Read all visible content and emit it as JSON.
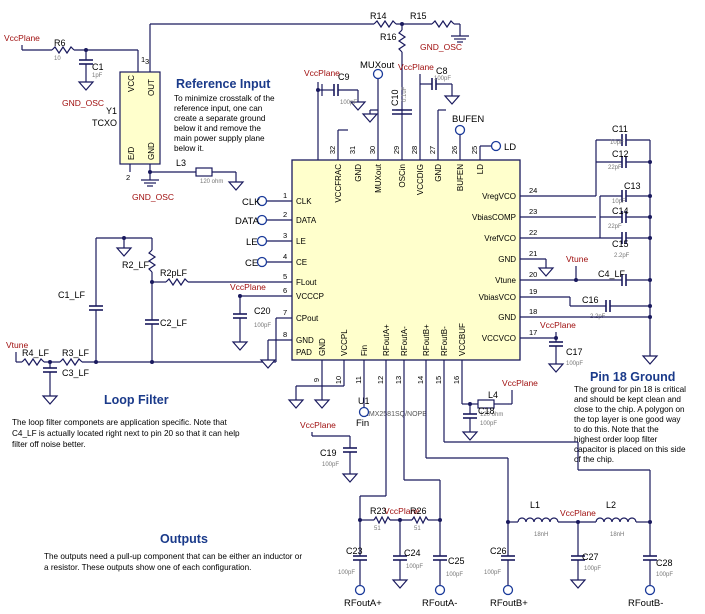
{
  "power": {
    "vccplane": "VccPlane",
    "vtune": "Vtune",
    "gnd_osc": "GND_OSC"
  },
  "components": {
    "R6": {
      "ref": "R6",
      "val": "10"
    },
    "C1": {
      "ref": "C1",
      "val": "1pF"
    },
    "Y1": {
      "ref": "Y1",
      "type": "TCXO",
      "pins": [
        "VCC",
        "OUT",
        "E/D",
        "GND"
      ],
      "pinnums": [
        "1",
        "3",
        "2"
      ]
    },
    "L3": {
      "ref": "L3",
      "val": "120 ohm"
    },
    "R14": {
      "ref": "R14"
    },
    "R15": {
      "ref": "R15"
    },
    "R16": {
      "ref": "R16"
    },
    "C9": {
      "ref": "C9",
      "val": "100pF"
    },
    "C8": {
      "ref": "C8",
      "val": "100pF"
    },
    "C10": {
      "ref": "C10",
      "val": "0.1uF"
    },
    "C11": {
      "ref": "C11",
      "val": "10pF"
    },
    "C12": {
      "ref": "C12",
      "val": "22pF"
    },
    "C13": {
      "ref": "C13",
      "val": "10pF"
    },
    "C14": {
      "ref": "C14",
      "val": "22pF"
    },
    "C15": {
      "ref": "C15",
      "val": "2.2pF"
    },
    "C4": {
      "ref": "C4_LF"
    },
    "C16": {
      "ref": "C16",
      "val": "2.2pF"
    },
    "C17": {
      "ref": "C17",
      "val": "100pF"
    },
    "C18": {
      "ref": "C18",
      "val": "100pF"
    },
    "L4": {
      "ref": "L4",
      "val": "120 ohm"
    },
    "C19": {
      "ref": "C19",
      "val": "100pF"
    },
    "C20": {
      "ref": "C20",
      "val": "100pF"
    },
    "R2": {
      "ref": "R2_LF"
    },
    "R2p": {
      "ref": "R2pLF"
    },
    "C1LF": {
      "ref": "C1_LF"
    },
    "C2LF": {
      "ref": "C2_LF"
    },
    "R4": {
      "ref": "R4_LF"
    },
    "R3": {
      "ref": "R3_LF"
    },
    "C3": {
      "ref": "C3_LF"
    },
    "R23": {
      "ref": "R23",
      "val": "51"
    },
    "R26": {
      "ref": "R26",
      "val": "51"
    },
    "C23": {
      "ref": "C23",
      "val": "100pF"
    },
    "C24": {
      "ref": "C24",
      "val": "100pF"
    },
    "C25": {
      "ref": "C25",
      "val": "100pF"
    },
    "L1": {
      "ref": "L1",
      "val": "18nH"
    },
    "L2": {
      "ref": "L2",
      "val": "18nH"
    },
    "C26": {
      "ref": "C26",
      "val": "100pF"
    },
    "C27": {
      "ref": "C27",
      "val": "100pF"
    },
    "C28": {
      "ref": "C28",
      "val": "100pF"
    }
  },
  "chip": {
    "ref": "U1",
    "part": "LMX2581SQ/NOPB",
    "left_pins": [
      {
        "num": "1",
        "name": "CLK"
      },
      {
        "num": "2",
        "name": "DATA"
      },
      {
        "num": "3",
        "name": "LE"
      },
      {
        "num": "4",
        "name": "CE"
      },
      {
        "num": "5",
        "name": "FLout"
      },
      {
        "num": "6",
        "name": "VCCCP"
      },
      {
        "num": "7",
        "name": "CPout"
      },
      {
        "num": "8",
        "name": "GND"
      },
      {
        "num": "",
        "name": "PAD"
      }
    ],
    "right_pins": [
      {
        "num": "24",
        "name": "VregVCO"
      },
      {
        "num": "23",
        "name": "VbiasCOMP"
      },
      {
        "num": "22",
        "name": "VrefVCO"
      },
      {
        "num": "21",
        "name": "GND"
      },
      {
        "num": "20",
        "name": "Vtune"
      },
      {
        "num": "19",
        "name": "VbiasVCO"
      },
      {
        "num": "18",
        "name": "GND"
      },
      {
        "num": "17",
        "name": "VCCVCO"
      }
    ],
    "top_pins": [
      {
        "num": "32",
        "name": "VCCFRAC"
      },
      {
        "num": "31",
        "name": "GND"
      },
      {
        "num": "30",
        "name": "MUXout"
      },
      {
        "num": "29",
        "name": "OSCin"
      },
      {
        "num": "28",
        "name": "VCCDIG"
      },
      {
        "num": "27",
        "name": "GND"
      },
      {
        "num": "26",
        "name": "BUFEN"
      },
      {
        "num": "25",
        "name": "LD"
      }
    ],
    "bottom_pins": [
      {
        "num": "9",
        "name": "GND"
      },
      {
        "num": "10",
        "name": "VCCPL"
      },
      {
        "num": "11",
        "name": "Fin"
      },
      {
        "num": "12",
        "name": "RFoutA+"
      },
      {
        "num": "13",
        "name": "RFoutA-"
      },
      {
        "num": "14",
        "name": "RFoutB+"
      },
      {
        "num": "15",
        "name": "RFoutB-"
      },
      {
        "num": "16",
        "name": "VCCBUF"
      }
    ]
  },
  "ports": {
    "clk": "CLK",
    "data": "DATA",
    "le": "LE",
    "ce": "CE",
    "muxout": "MUXout",
    "bufen": "BUFEN",
    "ld": "LD",
    "fin": "Fin",
    "rfouta_p": "RFoutA+",
    "rfouta_n": "RFoutA-",
    "rfoutb_p": "RFoutB+",
    "rfoutb_n": "RFoutB-"
  },
  "sections": {
    "reference": {
      "title": "Reference Input",
      "lines": [
        "To minimize crosstalk of the",
        "reference input, one can",
        "create a separate ground",
        "below it and remove the",
        "main power supply plane",
        "below it."
      ]
    },
    "loop": {
      "title": "Loop Filter",
      "lines": [
        "The loop filter componets are application specific.  Note that",
        "C4_LF is actually located right next to pin 20 so that it can help",
        "filter off noise better."
      ]
    },
    "pin18": {
      "title": "Pin 18 Ground",
      "lines": [
        "The ground for pin 18 is critical",
        "and should be kept clean and",
        "close to the chip.  A polygon on",
        "the top layer is one good way",
        "to do this.  Note that the",
        "highest order loop filter",
        "capacitor is placed on this side",
        "of the chip."
      ]
    },
    "outputs": {
      "title": "Outputs",
      "lines": [
        "The outputs need a pull-up component that can be either an inductor or",
        "a resistor.  These outputs show one of each configuration."
      ]
    }
  }
}
